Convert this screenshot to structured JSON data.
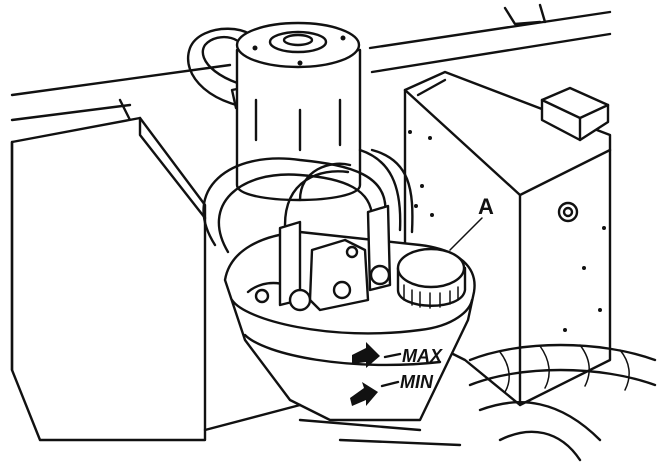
{
  "diagram": {
    "callout_label": "A",
    "level_marks": {
      "max_label": "MAX",
      "min_label": "MIN"
    }
  }
}
